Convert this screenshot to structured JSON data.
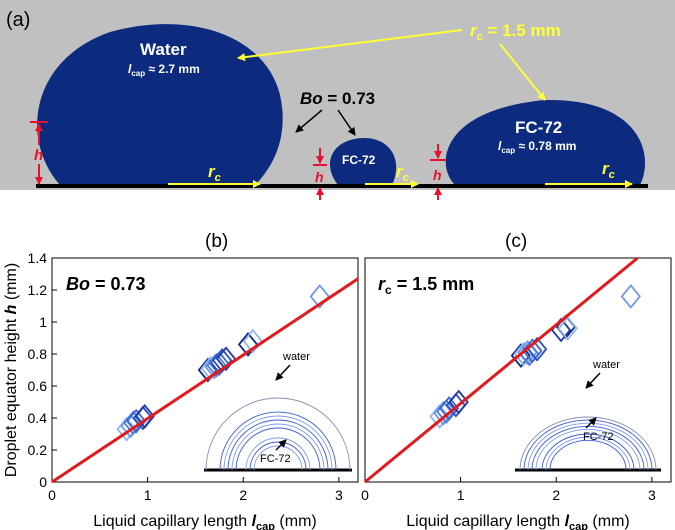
{
  "panel_a": {
    "label": "(a)",
    "water_name": "Water",
    "water_lcap_sym": "l",
    "water_lcap_sub": "cap",
    "water_lcap_val": " ≈ 2.7 mm",
    "fc_name": "FC-72",
    "fc_lcap_sym": "l",
    "fc_lcap_sub": "cap",
    "fc_lcap_val": " ≈ 0.78 mm",
    "small_drop_name": "FC-72",
    "rc_label_sym": "r",
    "rc_label_sub": "c",
    "rc_label_val": " = 1.5 mm",
    "bo_label_sym": "Bo",
    "bo_label_val": " = 0.73",
    "h_symbol": "h",
    "r_symbol": "r",
    "r_sub": "c"
  },
  "colors": {
    "drop": "#0d2b7e",
    "background": "#c0c0c0",
    "arrow_yellow": "#ffff33",
    "marker_red": "#e8102a",
    "fit_line": "#e31a1c",
    "baseline": "#000000"
  },
  "chart_data": [
    {
      "type": "scatter",
      "panel": "(b)",
      "annotation_sym": "Bo",
      "annotation_val": " = 0.73",
      "xlabel": "Liquid capillary length ",
      "xlabel_sym": "l",
      "xlabel_sub": "cap",
      "xlabel_unit": " (mm)",
      "ylabel": "Droplet equator height ",
      "ylabel_sym": "h",
      "ylabel_unit": " (mm)",
      "xlim": [
        0,
        3.2
      ],
      "ylim": [
        0,
        1.4
      ],
      "xticks": [
        "0",
        "1",
        "2",
        "3"
      ],
      "yticks": [
        "0",
        "0.2",
        "0.4",
        "0.6",
        "0.8",
        "1",
        "1.2",
        "1.4"
      ],
      "fit_line": {
        "x": [
          0,
          3.2
        ],
        "y": [
          0,
          1.27
        ]
      },
      "points": [
        {
          "x": 0.78,
          "y": 0.33
        },
        {
          "x": 0.82,
          "y": 0.35
        },
        {
          "x": 0.85,
          "y": 0.37
        },
        {
          "x": 0.88,
          "y": 0.38
        },
        {
          "x": 0.95,
          "y": 0.4
        },
        {
          "x": 0.97,
          "y": 0.41
        },
        {
          "x": 1.63,
          "y": 0.7
        },
        {
          "x": 1.66,
          "y": 0.71
        },
        {
          "x": 1.7,
          "y": 0.72
        },
        {
          "x": 1.72,
          "y": 0.73
        },
        {
          "x": 1.75,
          "y": 0.74
        },
        {
          "x": 1.78,
          "y": 0.76
        },
        {
          "x": 1.82,
          "y": 0.77
        },
        {
          "x": 2.05,
          "y": 0.86
        },
        {
          "x": 2.1,
          "y": 0.88
        },
        {
          "x": 2.8,
          "y": 1.16
        }
      ],
      "inset_labels": [
        "water",
        "FC-72"
      ]
    },
    {
      "type": "scatter",
      "panel": "(c)",
      "annotation_sym": "r",
      "annotation_sub": "c",
      "annotation_val": " = 1.5 mm",
      "xlabel": "Liquid capillary length ",
      "xlabel_sym": "l",
      "xlabel_sub": "cap",
      "xlabel_unit": " (mm)",
      "xlim": [
        0,
        3.2
      ],
      "ylim": [
        0,
        1.4
      ],
      "xticks": [
        "0",
        "1",
        "2",
        "3"
      ],
      "fit_line": {
        "x": [
          0,
          2.85
        ],
        "y": [
          0,
          1.4
        ]
      },
      "points": [
        {
          "x": 0.78,
          "y": 0.41
        },
        {
          "x": 0.82,
          "y": 0.43
        },
        {
          "x": 0.85,
          "y": 0.44
        },
        {
          "x": 0.88,
          "y": 0.46
        },
        {
          "x": 0.95,
          "y": 0.48
        },
        {
          "x": 0.98,
          "y": 0.5
        },
        {
          "x": 1.63,
          "y": 0.79
        },
        {
          "x": 1.66,
          "y": 0.8
        },
        {
          "x": 1.7,
          "y": 0.81
        },
        {
          "x": 1.72,
          "y": 0.8
        },
        {
          "x": 1.75,
          "y": 0.82
        },
        {
          "x": 1.8,
          "y": 0.83
        },
        {
          "x": 2.05,
          "y": 0.95
        },
        {
          "x": 2.1,
          "y": 0.97
        },
        {
          "x": 2.12,
          "y": 0.96
        },
        {
          "x": 2.78,
          "y": 1.16
        }
      ],
      "inset_labels": [
        "water",
        "FC-72"
      ]
    }
  ]
}
